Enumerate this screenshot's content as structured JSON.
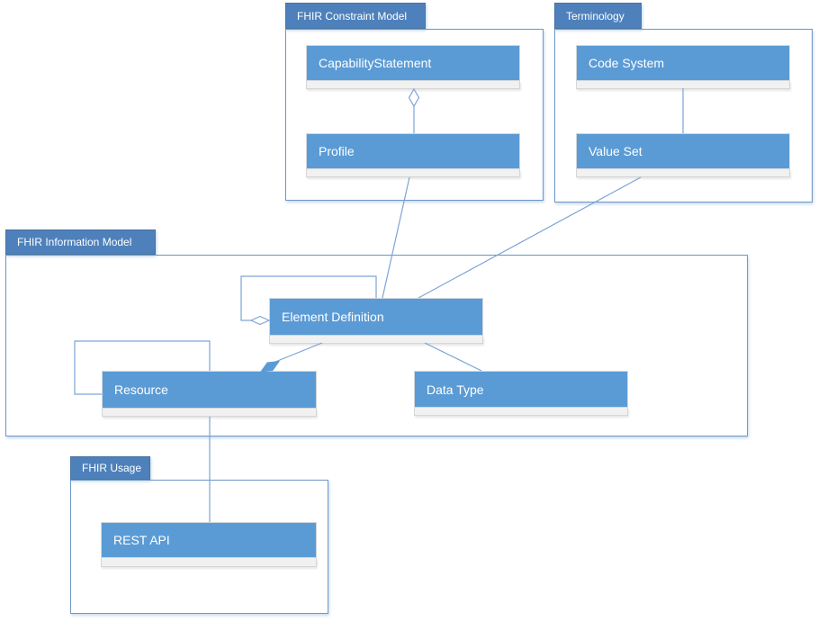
{
  "colors": {
    "box_fill": "#5B9BD5",
    "box_border": "#D2D7DD",
    "tab_fill": "#4E81BB",
    "package_border": "#6E96C6",
    "strip_fill": "#F1F1F1",
    "strip_border": "#D6D6D6",
    "connector": "#7CA4D8",
    "label_color": "#FFFFFF"
  },
  "packages": [
    {
      "label": "FHIR Constraint Model"
    },
    {
      "label": "Terminology"
    },
    {
      "label": "FHIR Information Model"
    },
    {
      "label": "FHIR Usage"
    }
  ],
  "nodes": [
    {
      "label": "CapabilityStatement"
    },
    {
      "label": "Profile"
    },
    {
      "label": "Code System"
    },
    {
      "label": "Value Set"
    },
    {
      "label": "Element Definition"
    },
    {
      "label": "Resource"
    },
    {
      "label": "Data Type"
    },
    {
      "label": "REST API"
    }
  ],
  "relationships": [
    {
      "from": "CapabilityStatement",
      "to": "Profile",
      "type": "aggregation-hollow-diamond-at-capabilitystatement"
    },
    {
      "from": "Code System",
      "to": "Value Set",
      "type": "association"
    },
    {
      "from": "Profile",
      "to": "Element Definition",
      "type": "association"
    },
    {
      "from": "Value Set",
      "to": "Element Definition",
      "type": "association"
    },
    {
      "from": "Element Definition",
      "to": "Element Definition",
      "type": "self-aggregation-hollow-diamond"
    },
    {
      "from": "Resource",
      "to": "Resource",
      "type": "self-association"
    },
    {
      "from": "Element Definition",
      "to": "Resource",
      "type": "composition-filled-diamond-at-resource"
    },
    {
      "from": "Element Definition",
      "to": "Data Type",
      "type": "association"
    },
    {
      "from": "Resource",
      "to": "REST API",
      "type": "association"
    }
  ]
}
